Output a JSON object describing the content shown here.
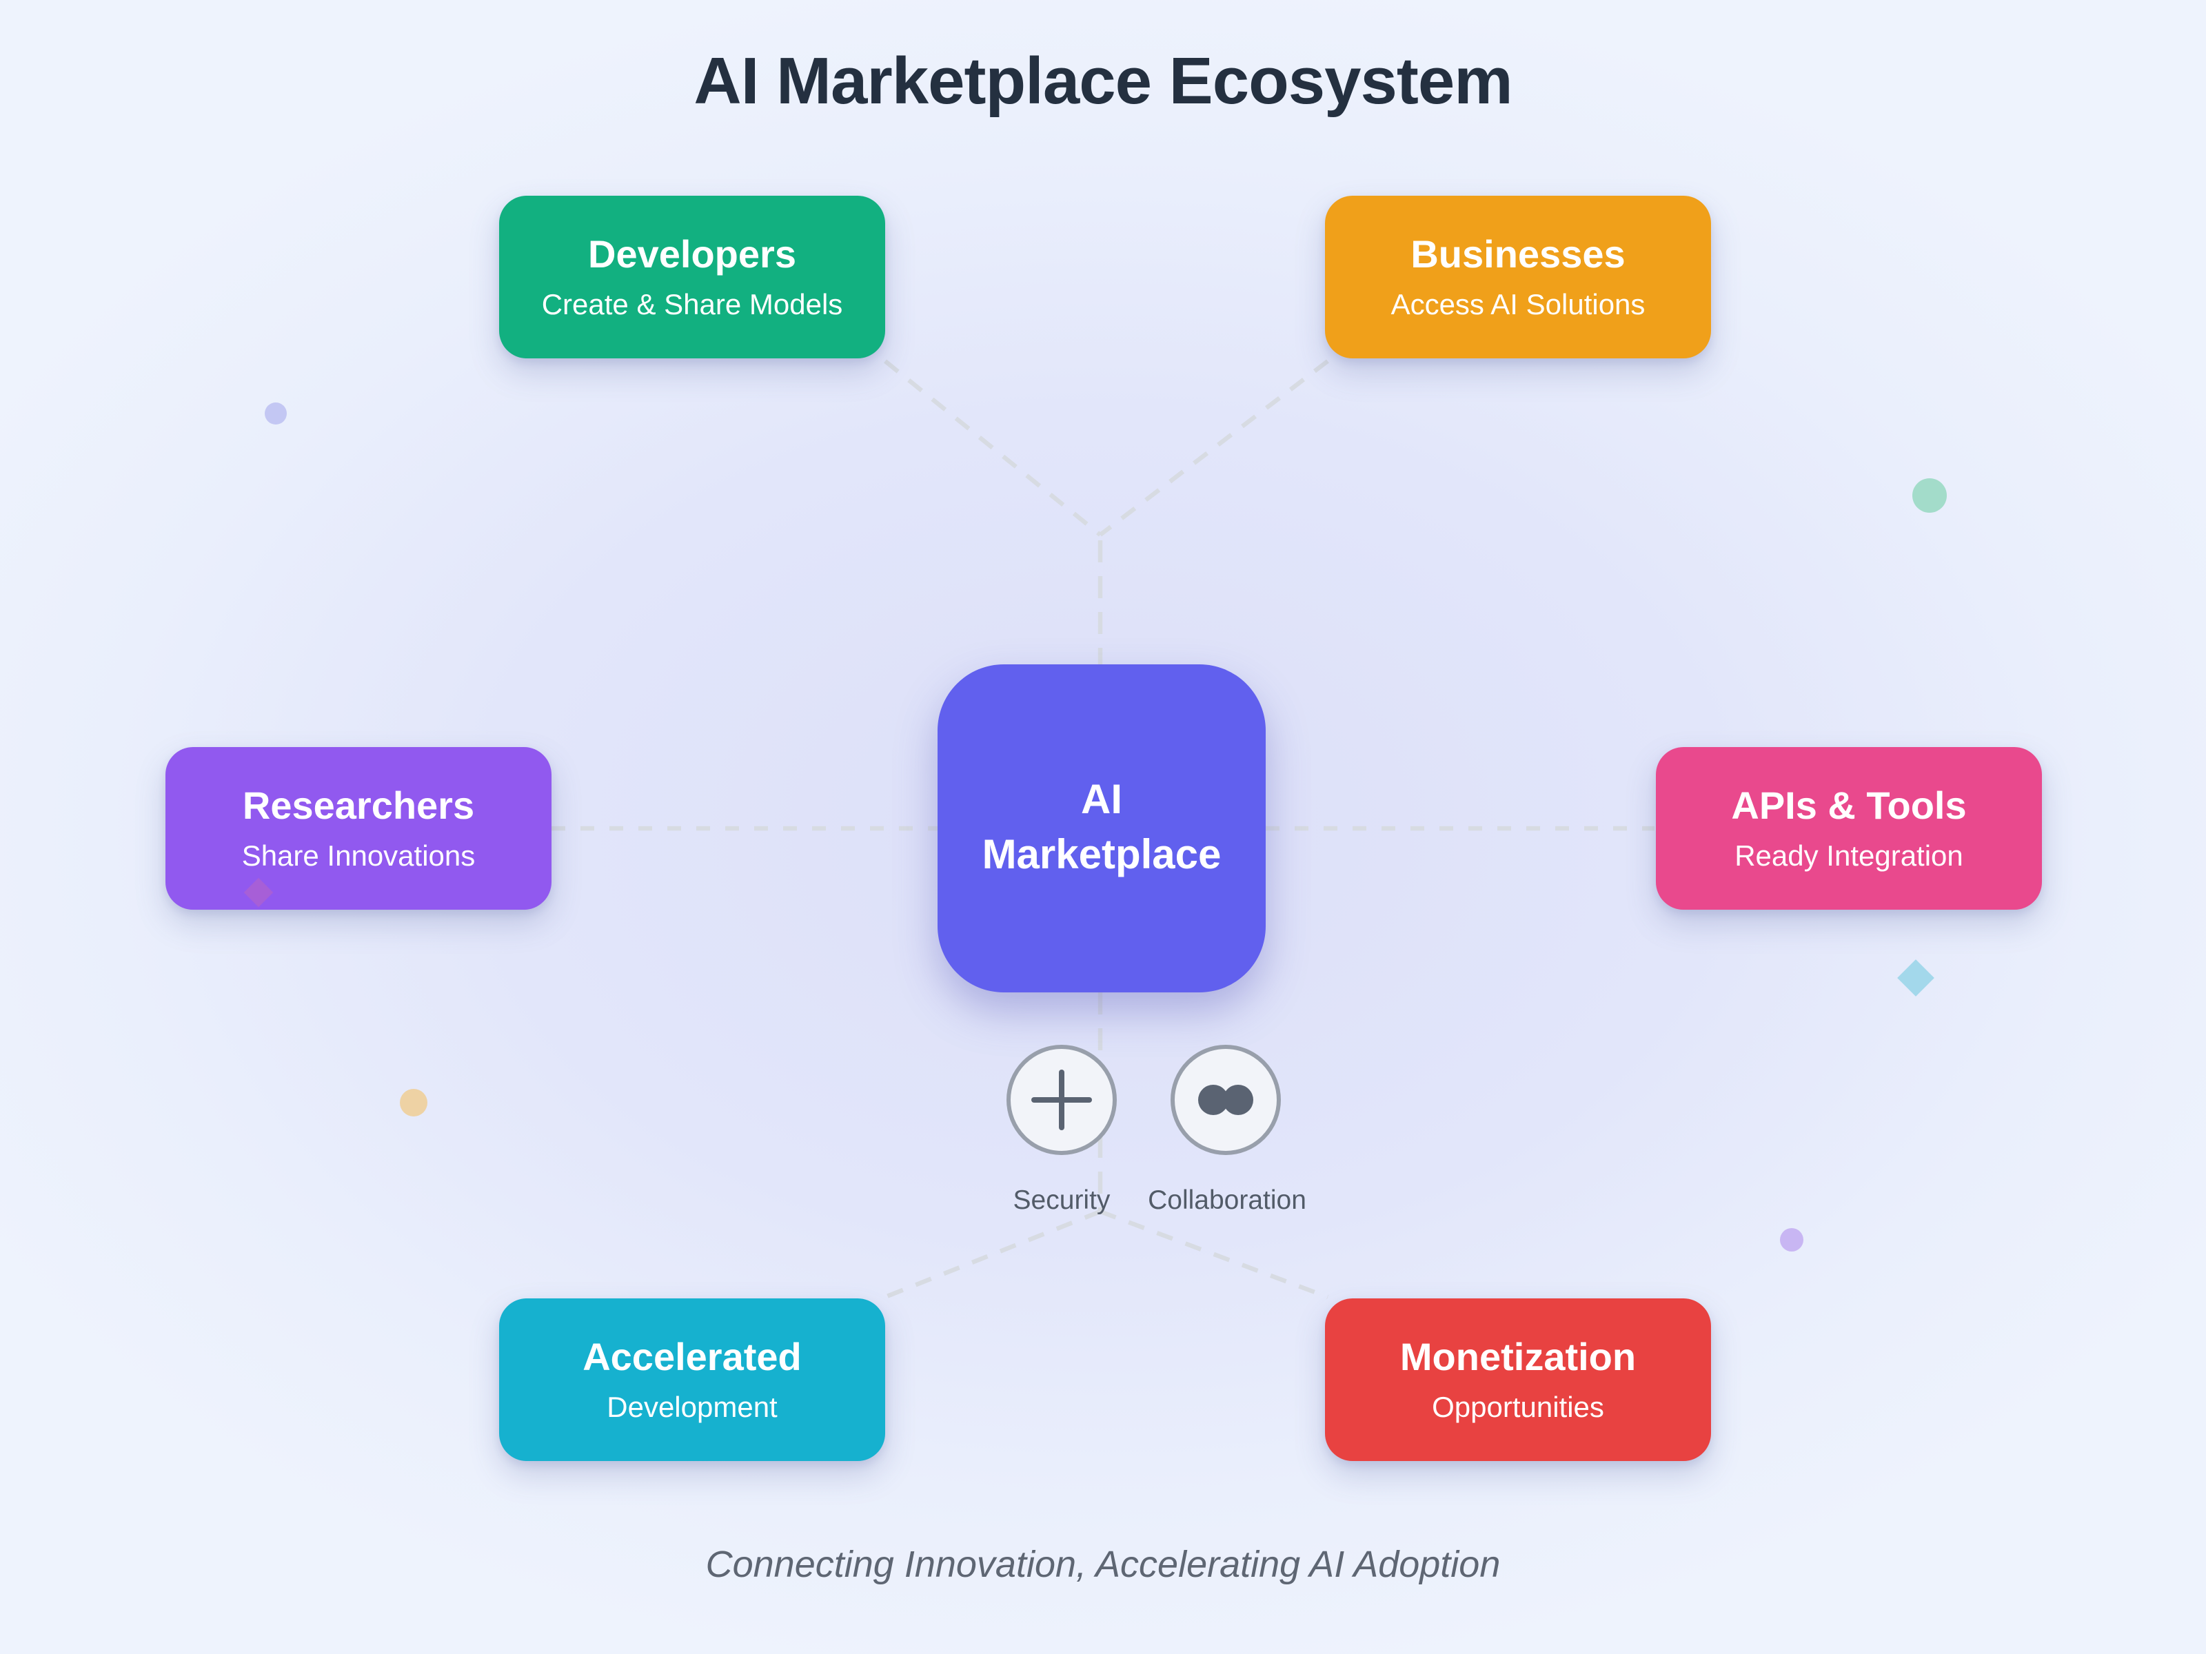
{
  "title": "AI Marketplace Ecosystem",
  "tagline": "Connecting Innovation, Accelerating AI Adoption",
  "center_node": {
    "label_line1": "AI",
    "label_line2": "Marketplace",
    "color": "#6160ee"
  },
  "nodes": [
    {
      "id": "developers",
      "title": "Developers",
      "subtitle": "Create & Share Models",
      "color": "#12b080"
    },
    {
      "id": "businesses",
      "title": "Businesses",
      "subtitle": "Access AI Solutions",
      "color": "#f0a01a"
    },
    {
      "id": "researchers",
      "title": "Researchers",
      "subtitle": "Share Innovations",
      "color": "#9159ef"
    },
    {
      "id": "apis-tools",
      "title": "APIs & Tools",
      "subtitle": "Ready Integration",
      "color": "#e9498d"
    },
    {
      "id": "accelerated",
      "title": "Accelerated",
      "subtitle": "Development",
      "color": "#16b1cf"
    },
    {
      "id": "monetization",
      "title": "Monetization",
      "subtitle": "Opportunities",
      "color": "#e84241"
    }
  ],
  "features": [
    {
      "id": "security",
      "label": "Security",
      "icon": "plus-icon",
      "icon_color": "#5a6372"
    },
    {
      "id": "collaboration",
      "label": "Collaboration",
      "icon": "two-dots-icon",
      "icon_color": "#5a6372"
    }
  ],
  "palette": {
    "title_color": "#243040",
    "tagline_color": "#5e6673",
    "connector_color": "#d7dbe2",
    "feature_circle_bg": "#f2f4f9",
    "feature_circle_border": "#989fab"
  },
  "decorations": [
    {
      "shape": "circle",
      "color": "#c3c7f3"
    },
    {
      "shape": "circle",
      "color": "#a3dcca"
    },
    {
      "shape": "diamond",
      "color": "#aa60d2"
    },
    {
      "shape": "diamond",
      "color": "#a3d8eb"
    },
    {
      "shape": "circle",
      "color": "#eed2a4"
    },
    {
      "shape": "circle",
      "color": "#c8b6f3"
    }
  ]
}
